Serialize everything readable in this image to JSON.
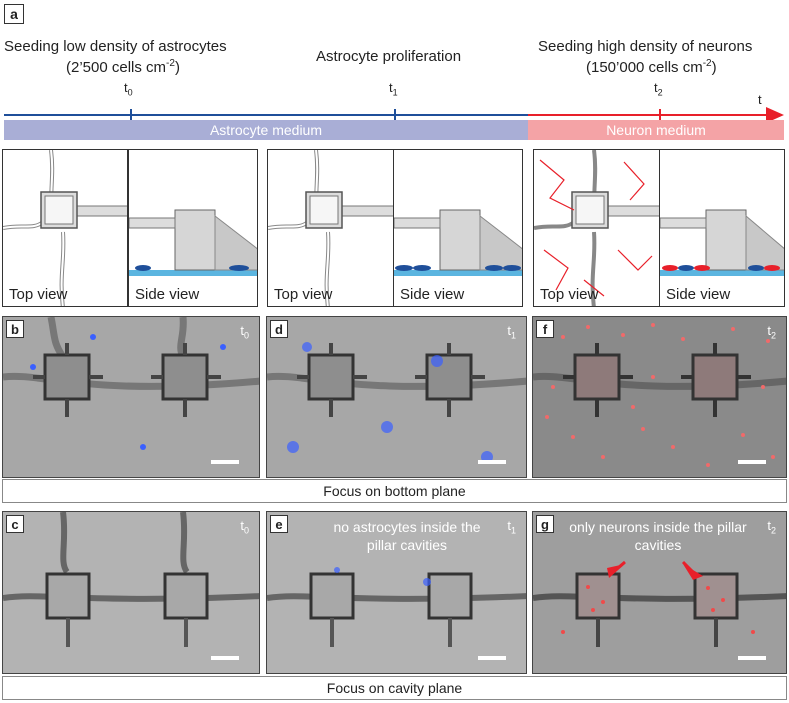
{
  "panel_a": {
    "label": "a",
    "step1_line1": "Seeding low density of astrocytes",
    "step1_line2": "(2’500 cells cm",
    "step1_sup": "-2",
    "step1_close": ")",
    "step2": "Astrocyte proliferation",
    "step3_line1": "Seeding high density of neurons",
    "step3_line2": "(150’000 cells cm",
    "step3_sup": "-2",
    "step3_close": ")",
    "t0": "t",
    "t0_sub": "0",
    "t1": "t",
    "t1_sub": "1",
    "t2": "t",
    "t2_sub": "2",
    "t_axis": "t",
    "astro_medium": "Astrocyte medium",
    "neuron_medium": "Neuron medium",
    "views": [
      "Top view",
      "Side view",
      "Top view",
      "Side view",
      "Top view",
      "Side view"
    ]
  },
  "colors": {
    "astro_blue": "#1f4f9a",
    "astro_bar": "#a9aed6",
    "neuron_red": "#e8202a",
    "neuron_bar": "#f4a3a6"
  },
  "row_b": {
    "panels": [
      {
        "label": "b",
        "time": "t",
        "time_sub": "0"
      },
      {
        "label": "d",
        "time": "t",
        "time_sub": "1"
      },
      {
        "label": "f",
        "time": "t",
        "time_sub": "2"
      }
    ],
    "caption": "Focus on bottom plane"
  },
  "row_c": {
    "panels": [
      {
        "label": "c",
        "time": "t",
        "time_sub": "0",
        "annotation": ""
      },
      {
        "label": "e",
        "time": "t",
        "time_sub": "1",
        "annotation": "no astrocytes inside the pillar cavities"
      },
      {
        "label": "g",
        "time": "t",
        "time_sub": "2",
        "annotation": "only neurons inside the pillar cavities"
      }
    ],
    "caption": "Focus on cavity plane"
  }
}
